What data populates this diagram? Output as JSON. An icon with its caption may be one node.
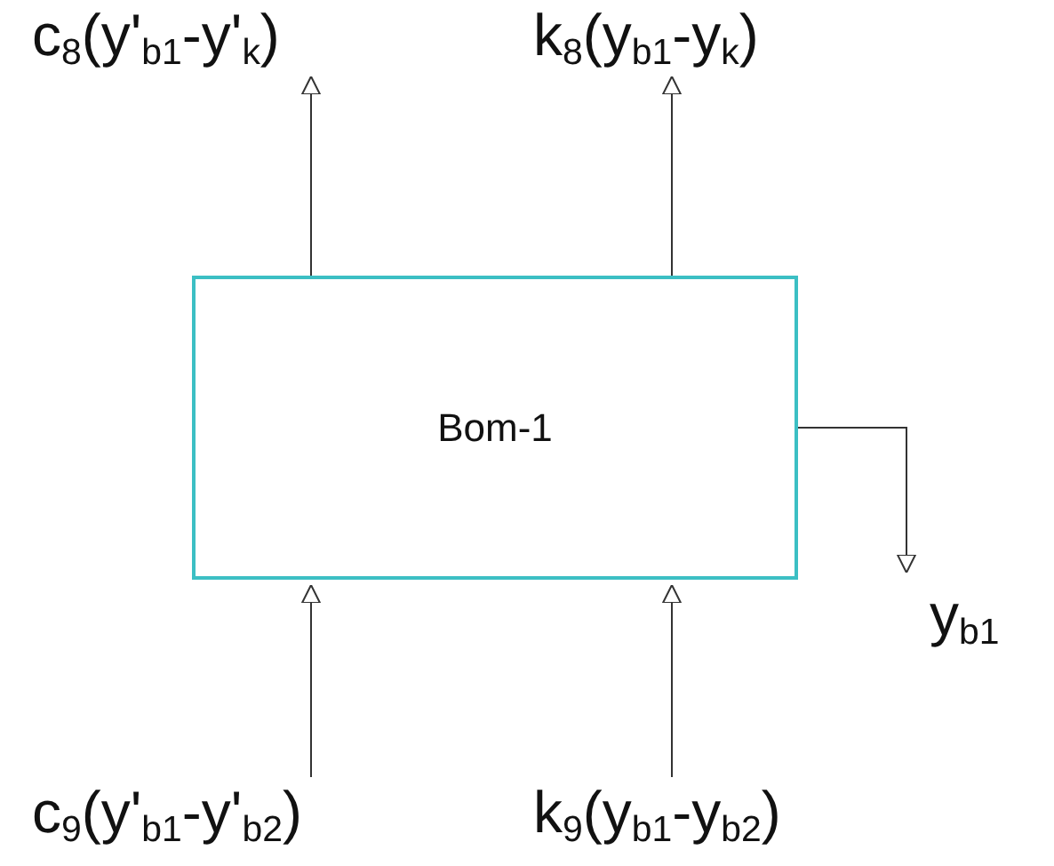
{
  "diagram": {
    "nodes": [
      {
        "text": [
          "Bom-1"
        ]
      },
      {
        "text": [
          "c$_{8}$(y'$_{b1}$-y'$_{k}$)"
        ]
      },
      {
        "text": [
          "k$_{8}$(y$_{b1}$-y$_{k}$)"
        ]
      },
      {
        "text": [
          "c$_{9}$(y'$_{b1}$-y'$_{b2}$)"
        ]
      },
      {
        "text": [
          "k$_{9}$(y$_{b1}$-y$_{b2}$)"
        ]
      },
      {
        "text": [
          "y$_{b1}$"
        ]
      }
    ],
    "edges": [
      {
        "from": 0,
        "to": 1,
        "arrow": "to"
      },
      {
        "from": 0,
        "to": 2,
        "arrow": "to"
      },
      {
        "from": 3,
        "to": 0,
        "arrow": "to"
      },
      {
        "from": 4,
        "to": 0,
        "arrow": "to"
      },
      {
        "from": 0,
        "to": 5,
        "arrow": "to"
      }
    ]
  }
}
